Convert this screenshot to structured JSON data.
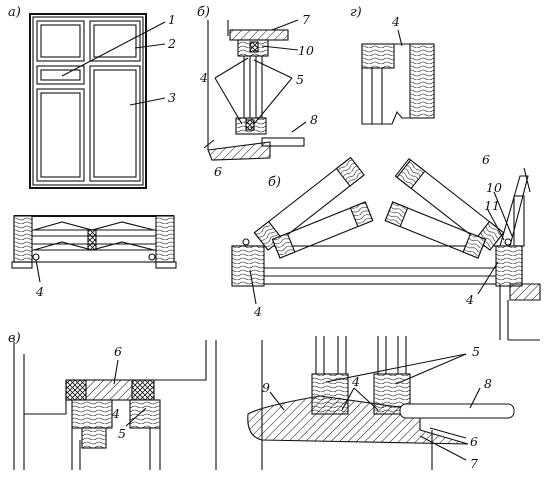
{
  "panels": {
    "a": "а)",
    "b_top": "б)",
    "g": "г)",
    "b_mid": "б)",
    "v": "в)"
  },
  "callouts": {
    "a_1": "1",
    "a_2": "2",
    "a_3": "3",
    "plan_4": "4",
    "b_7": "7",
    "b_10": "10",
    "b_4": "4",
    "b_5": "5",
    "b_8": "8",
    "b_6": "6",
    "g_4": "4",
    "open_6": "6",
    "open_10": "10",
    "open_11": "11",
    "open_4_left": "4",
    "open_4_right": "4",
    "v_6": "6",
    "v_4": "4",
    "v_5": "5",
    "sill_5": "5",
    "sill_9": "9",
    "sill_4": "4",
    "sill_8": "8",
    "sill_6": "6",
    "sill_7": "7"
  }
}
